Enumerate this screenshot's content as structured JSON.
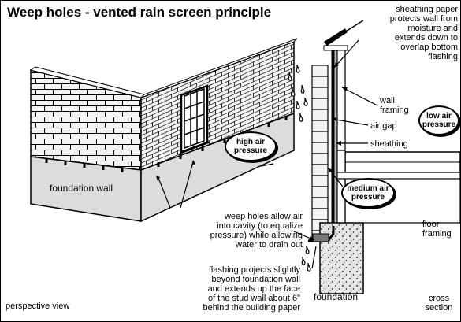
{
  "title": "Weep holes - vented rain screen principle",
  "labels": {
    "foundation_wall": "foundation wall",
    "perspective_view": "perspective view",
    "sheathing_paper": [
      "sheathing paper",
      "protects wall from",
      "moisture and",
      "extends down to",
      "overlap bottom",
      "flashing"
    ],
    "wall_framing": [
      "wall",
      "framing"
    ],
    "air_gap": "air gap",
    "sheathing": "sheathing",
    "floor_framing": [
      "floor",
      "framing"
    ],
    "weep_holes": [
      "weep holes allow air",
      "into cavity (to equalize",
      "pressure) while allowing",
      "water to drain out"
    ],
    "flashing": [
      "flashing projects slightly",
      "beyond foundation wall",
      "and extends up the face",
      "of the stud wall about 6\"",
      "behind the building paper"
    ],
    "foundation": "foundation",
    "cross_section": [
      "cross",
      "section"
    ]
  },
  "bubbles": {
    "high": "high air pressure",
    "medium": "medium air pressure",
    "low": "low air pressure"
  },
  "colors": {
    "line": "#000000",
    "foundation_fill": "#dcdcdc",
    "brick_fill": "#f4f4f4",
    "concrete_fill": "#e6e6e6",
    "flashing_fill": "#777777"
  }
}
